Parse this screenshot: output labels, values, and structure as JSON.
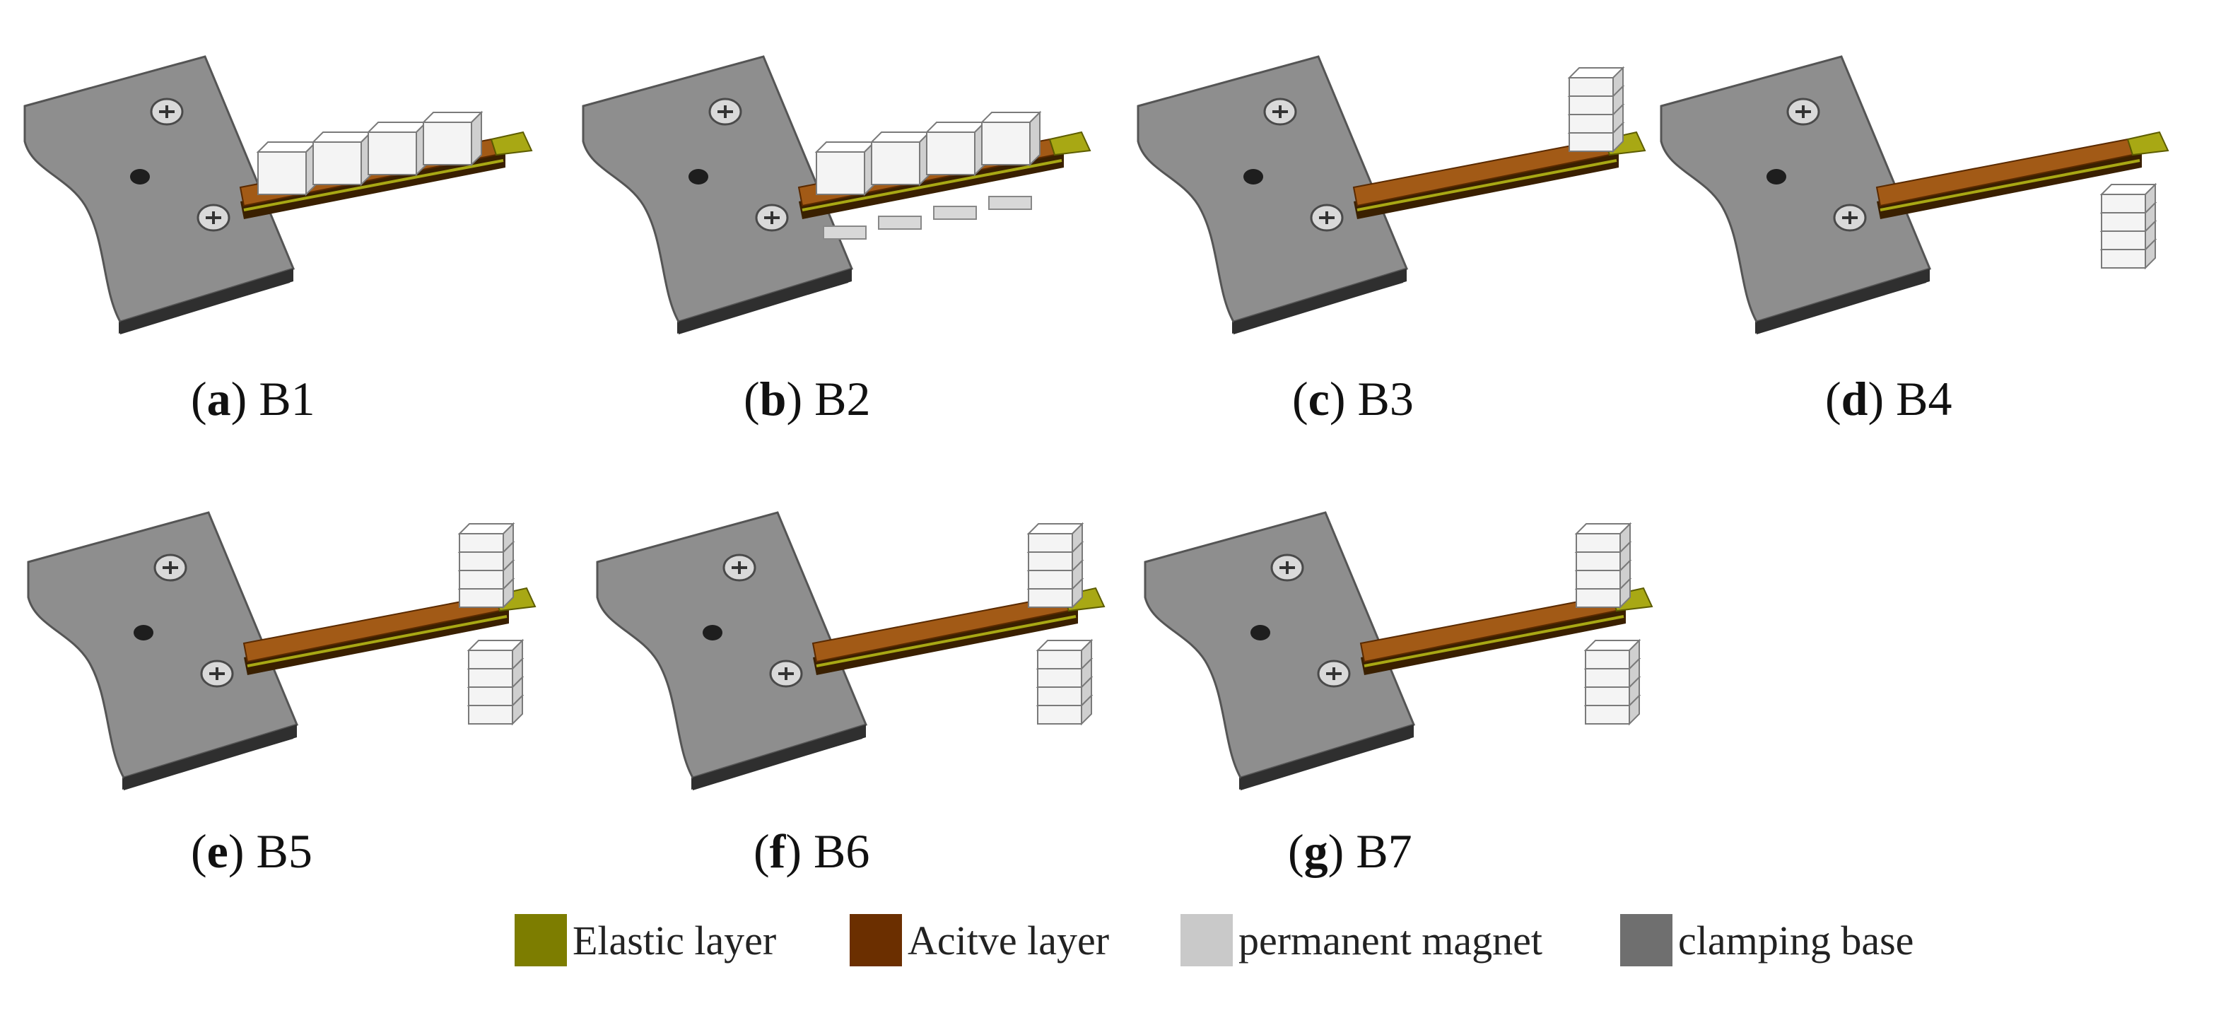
{
  "panels": [
    {
      "id": "a",
      "letter": "a",
      "name": "B1",
      "magnets": "top-row"
    },
    {
      "id": "b",
      "letter": "b",
      "name": "B2",
      "magnets": "top-and-bottom-row"
    },
    {
      "id": "c",
      "letter": "c",
      "name": "B3",
      "magnets": "top-stack"
    },
    {
      "id": "d",
      "letter": "d",
      "name": "B4",
      "magnets": "bottom-stack"
    },
    {
      "id": "e",
      "letter": "e",
      "name": "B5",
      "magnets": "top-and-bottom-stack"
    },
    {
      "id": "f",
      "letter": "f",
      "name": "B6",
      "magnets": "top-and-bottom-stack"
    },
    {
      "id": "g",
      "letter": "g",
      "name": "B7",
      "magnets": "top-and-bottom-stack"
    }
  ],
  "legend": [
    {
      "key": "elastic",
      "label": "Elastic layer",
      "color": "#7d7d00"
    },
    {
      "key": "active",
      "label": "Acitve layer",
      "color": "#6b2f00"
    },
    {
      "key": "magnet",
      "label": "permanent magnet",
      "color": "#c9c9c9"
    },
    {
      "key": "base",
      "label": "clamping base",
      "color": "#6f6f6f"
    }
  ],
  "colors": {
    "base_top": "#8e8e8e",
    "base_edge": "#2f2f2f",
    "beam_active": "#a25a16",
    "beam_elastic": "#a8a814",
    "magnet_face": "#f4f4f4",
    "magnet_side": "#cfcfcf"
  }
}
